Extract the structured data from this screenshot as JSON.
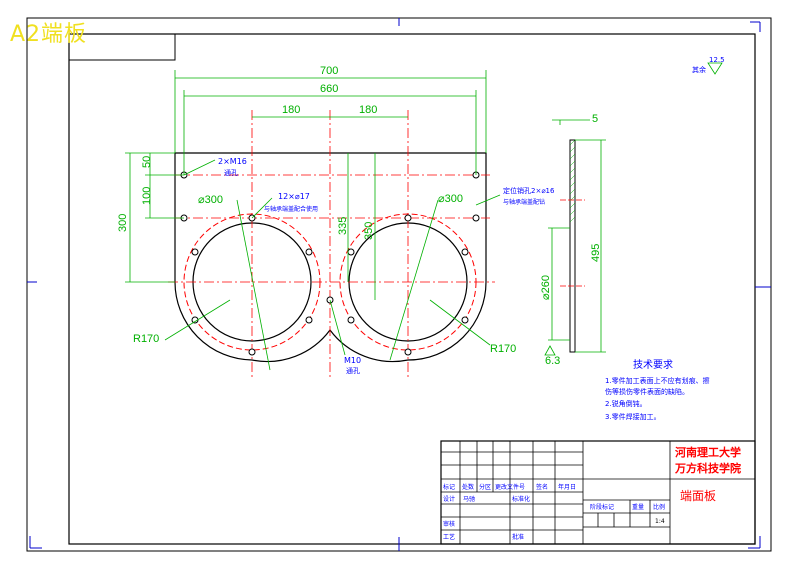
{
  "title": "A2端板",
  "dims": {
    "d700": "700",
    "d660": "660",
    "d180a": "180",
    "d180b": "180",
    "d5": "5",
    "d50": "50",
    "d100": "100",
    "d300": "300",
    "d335": "335",
    "d350": "350",
    "d495": "495",
    "d260": "⌀260",
    "phi300a": "⌀300",
    "phi300b": "⌀300",
    "r170a": "R170",
    "r170b": "R170"
  },
  "notes": {
    "hole_m16": "2×M16",
    "hole_m16b": "通孔",
    "holes17": "12×⌀17",
    "holes17b": "与轴承端盖配合使用",
    "pin16": "定位销孔2×⌀16",
    "pin16b": "与轴承端盖配钻",
    "m10": "M10",
    "m10b": "通孔",
    "rough": "其余",
    "rough_val": "12.5",
    "surf": "6.3"
  },
  "tech": {
    "heading": "技术要求",
    "items": [
      "1.零件加工表面上不应有划痕、擦",
      "  伤等损伤零件表面的缺陷。",
      "2.锐角倒钝。",
      "3.零件焊接加工。"
    ]
  },
  "titleblock": {
    "school1": "河南理工大学",
    "school2": "万方科技学院",
    "part": "端面板",
    "h_mark": "标记",
    "h_count": "处数",
    "h_zone": "分区",
    "h_doc": "更改文件号",
    "h_sign": "签名",
    "h_date": "年月日",
    "design": "设计",
    "designer": "马驰",
    "std": "标准化",
    "stage": "阶段标记",
    "weight": "重量",
    "scale": "比例",
    "scale_val": "1:4",
    "check": "审核",
    "craft": "工艺",
    "approve": "批准"
  }
}
